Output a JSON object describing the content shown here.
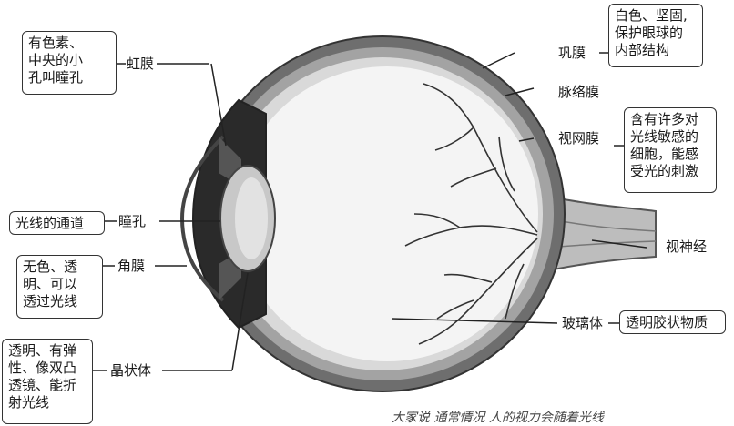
{
  "labels": {
    "iris": "虹膜",
    "pupil": "瞳孔",
    "cornea": "角膜",
    "lens": "晶状体",
    "sclera": "巩膜",
    "choroid": "脉络膜",
    "retina": "视网膜",
    "optic_nerve": "视神经",
    "vitreous": "玻璃体"
  },
  "notes": {
    "iris": "有色素、\n中央的小\n孔叫瞳孔",
    "pupil": "光线的通道",
    "cornea": "无色、透\n明、可以\n透过光线",
    "lens": "透明、有弹\n性、像双凸\n透镜、能折\n射光线",
    "sclera": "白色、坚固,\n保护眼球的\n内部结构",
    "retina": "含有许多对\n光线敏感的\n细胞，能感\n受光的刺激",
    "vitreous": "透明胶状物质"
  },
  "footer_text": "大家说 通常情况 人的视力会随着光线"
}
